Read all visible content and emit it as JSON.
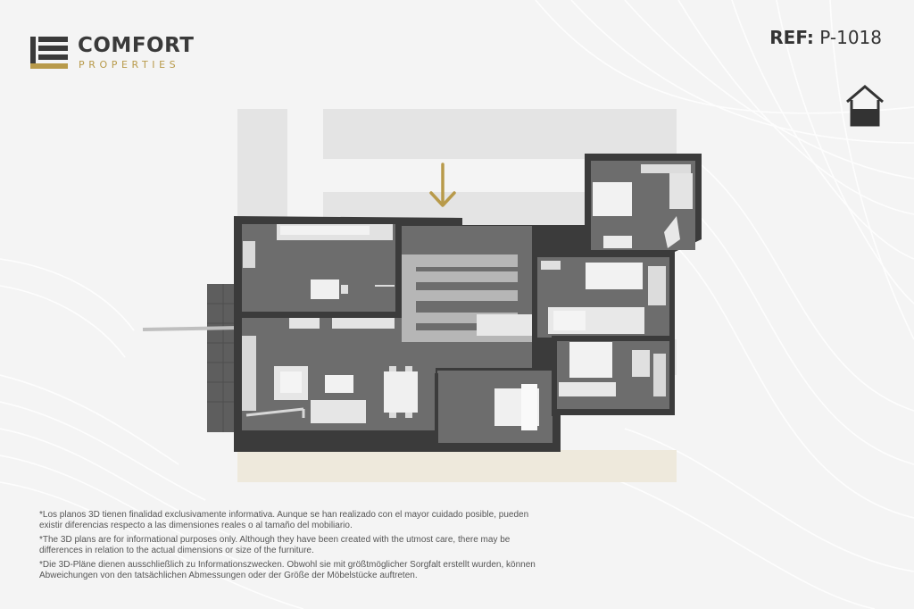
{
  "brand": {
    "name": "COMFORT",
    "sub": "PROPERTIES",
    "colors": {
      "dark": "#3a3a3a",
      "gold": "#b89a4a"
    }
  },
  "ref": {
    "label": "REF:",
    "value": "P-1018"
  },
  "icons": {
    "entrance": "arrow-down-icon",
    "floor": "house-icon"
  },
  "disclaimers": [
    "*Los planos 3D tienen finalidad exclusivamente informativa. Aunque se han realizado con el mayor cuidado posible, pueden existir diferencias respecto a las dimensiones reales o al tamaño del mobiliario.",
    "*The 3D plans are for informational purposes only. Although they have been created with the utmost care, there may be differences in relation to the actual dimensions or size of the furniture.",
    "*Die 3D-Pläne dienen ausschließlich zu Informationszwecken. Obwohl sie mit größtmöglicher Sorgfalt erstellt wurden, können Abweichungen von den tatsächlichen Abmessungen oder der Größe der Möbelstücke auftreten."
  ]
}
